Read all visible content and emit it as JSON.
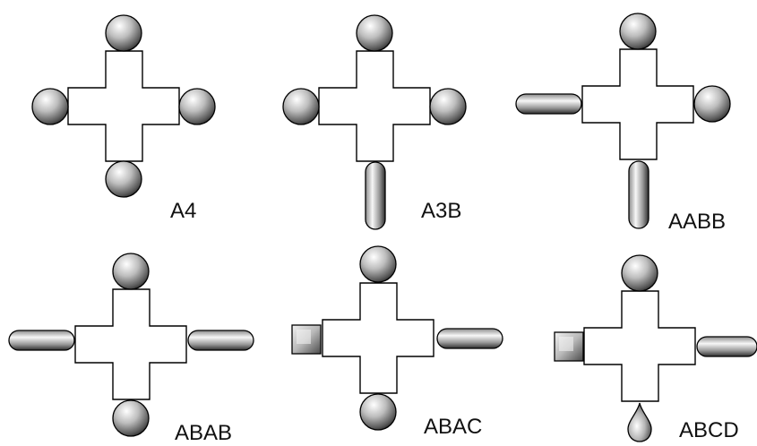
{
  "labels": {
    "a4": "A4",
    "a3b": "A3B",
    "aabb": "AABB",
    "abab": "ABAB",
    "abac": "ABAC",
    "abcd": "ABCD"
  },
  "colors": {
    "outline": "#000000",
    "sphere_light": "#ffffff",
    "sphere_mid": "#a8a8a8",
    "sphere_dark": "#2a2a2a",
    "background": "#ffffff"
  },
  "substituent_shapes": [
    "sphere",
    "rod",
    "cube",
    "teardrop"
  ]
}
